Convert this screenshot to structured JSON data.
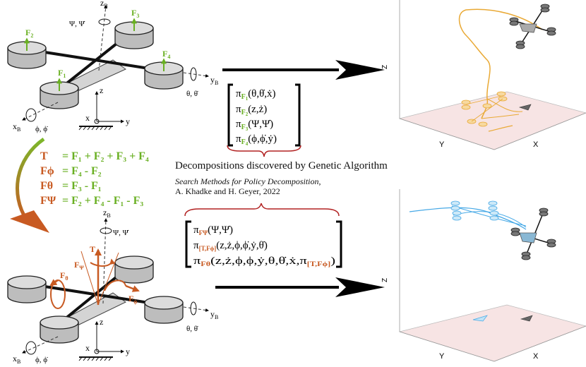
{
  "caption": {
    "title": "Decompositions discovered by Genetic Algorithm",
    "reference_title": "Search Methods for Policy Decomposition",
    "reference_authors": "A. Khadke and H. Geyer, 2022"
  },
  "colors": {
    "green": "#6ab023",
    "orange": "#c85a22",
    "gold": "#e9a935",
    "blue": "#47a9e6",
    "black": "#000000",
    "floor": "#f7e4e4"
  },
  "top_quad": {
    "forces": [
      "F",
      "F",
      "F",
      "F"
    ],
    "force_indices": [
      "2",
      "3",
      "4",
      "1"
    ],
    "axis_zB": "z",
    "axis_zB_sub": "B",
    "axis_yB": "y",
    "axis_yB_sub": "B",
    "axis_xB": "x",
    "axis_xB_sub": "B",
    "yaw": "Ψ, Ψ̇",
    "pitch": "θ, θ̇",
    "roll": "ϕ, ϕ̇",
    "world_z": "z",
    "world_x": "x",
    "world_y": "y"
  },
  "equations": [
    {
      "lhs": "T",
      "rhs": "= F₁ + F₂ + F₃ + F₄"
    },
    {
      "lhs": "Fϕ",
      "rhs": "= F₄ - F₂"
    },
    {
      "lhs": "Fθ",
      "rhs": "= F₃ - F₁"
    },
    {
      "lhs": "FΨ",
      "rhs": "= F₂ + F₄ - F₁ - F₃"
    }
  ],
  "bottom_quad": {
    "force_T": "T",
    "force_Fpsi": "F",
    "force_Fpsi_sub": "Ψ",
    "force_Ftheta": "F",
    "force_Ftheta_sub": "θ",
    "force_Fphi": "F",
    "force_Fphi_sub": "ϕ",
    "axis_zB": "z",
    "axis_zB_sub": "B",
    "axis_yB": "y",
    "axis_yB_sub": "B",
    "axis_xB": "x",
    "axis_xB_sub": "B",
    "yaw": "Ψ, Ψ̇",
    "pitch": "θ, θ̇",
    "roll": "ϕ, ϕ̇",
    "world_z": "z",
    "world_x": "x",
    "world_y": "y"
  },
  "decomp_top": [
    {
      "pi": "π",
      "sub": "F",
      "subsub": "1",
      "args": "(θ,θ̇,ẋ)"
    },
    {
      "pi": "π",
      "sub": "F",
      "subsub": "2",
      "args": "(z,ż)"
    },
    {
      "pi": "π",
      "sub": "F",
      "subsub": "3",
      "args": "(Ψ,Ψ̇)"
    },
    {
      "pi": "π",
      "sub": "F",
      "subsub": "4",
      "args": "(ϕ,ϕ̇,ẏ)"
    }
  ],
  "decomp_bottom": [
    {
      "pi": "π",
      "sub": "FΨ",
      "args": "(Ψ,Ψ̇)"
    },
    {
      "pi": "π",
      "sub": "[T,Fϕ]",
      "args": "(z,ż,ϕ,ϕ̇,ẏ,θ̇)"
    },
    {
      "pi": "π",
      "sub": "Fθ",
      "args": "(z,ż,ϕ,ϕ,ẏ,θ,θ̇,ẋ,π",
      "tail_sub": "[T,Fϕ]",
      "tail": ")"
    }
  ],
  "plot_top": {
    "axis_z": "Z",
    "axis_y": "Y",
    "axis_x": "X"
  },
  "plot_bottom": {
    "axis_z": "Z",
    "axis_y": "Y",
    "axis_x": "X"
  }
}
